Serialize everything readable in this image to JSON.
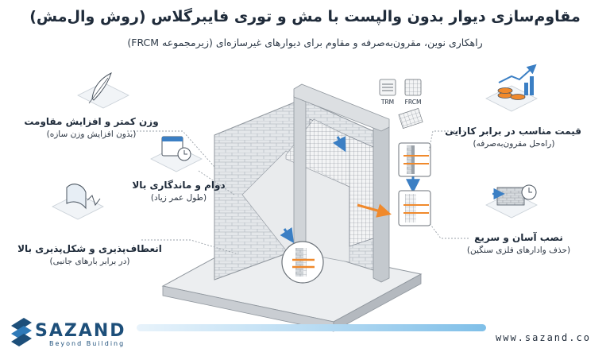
{
  "header": {
    "title": "مقاوم‌سازی دیوار بدون والپست با مش و توری فایبرگلاس (روش وال‌مش)",
    "subtitle": "راهکاری نوین، مقرون‌به‌صرفه و مقاوم برای دیوارهای غیرسازه‌ای (زیرمجموعه FRCM)"
  },
  "features_left": [
    {
      "title": "وزن کمتر و افزایش مقاومت",
      "subtitle": "(بدون افزایش وزن سازه)",
      "icon": "feather-icon"
    },
    {
      "title": "دوام و ماندگاری بالا",
      "subtitle": "(طول عمر زیاد)",
      "icon": "calendar-clock-icon"
    },
    {
      "title": "انعطاف‌پذیری و شکل‌پذیری بالا",
      "subtitle": "(در برابر بارهای جانبی)",
      "icon": "flexible-sheet-icon"
    }
  ],
  "features_right": [
    {
      "title": "قیمت مناسب در برابر کارایی",
      "subtitle": "(راه‌حل مقرون‌به‌صرفه)",
      "icon": "coins-chart-icon"
    },
    {
      "title": "نصب آسان و سریع",
      "subtitle": "(حذف وادارهای فلزی سنگین)",
      "icon": "brick-clock-icon"
    }
  ],
  "diagram": {
    "trm_label": "TRM",
    "frcm_label": "FRCM"
  },
  "footer": {
    "brand": "SAZAND",
    "tagline": "Beyond Building",
    "url": "www.sazand.co"
  },
  "colors": {
    "primary": "#1d4f7a",
    "accent": "#f0892b",
    "arrow_blue": "#3b7fc4",
    "text": "#1f2b3a"
  }
}
